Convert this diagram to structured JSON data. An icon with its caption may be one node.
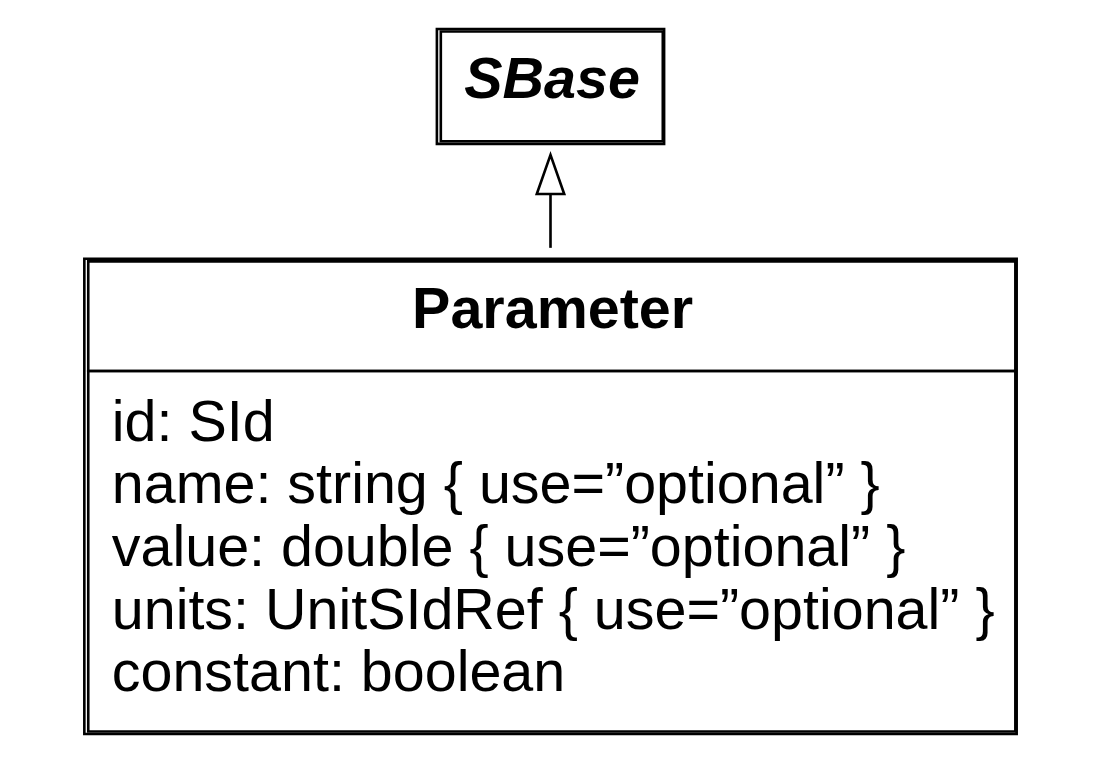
{
  "diagram": {
    "nodes": [
      {
        "text": [
          "SBase"
        ]
      },
      {
        "text": [
          "Parameter",
          "id: SId",
          "name: string { use=”optional” }",
          "value: double { use=”optional” }",
          "units: UnitSIdRef { use=”optional” }",
          "constant: boolean"
        ]
      }
    ],
    "edges": [
      {
        "from": 1,
        "to": 0,
        "arrow": "to"
      }
    ]
  }
}
